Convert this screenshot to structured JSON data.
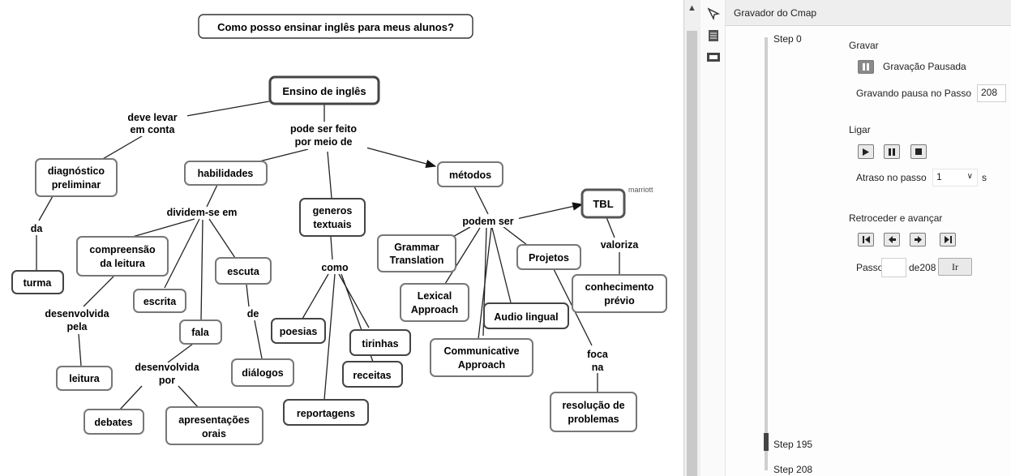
{
  "map": {
    "title": "Como posso ensinar inglês para meus alunos?",
    "annotation": "marriott",
    "concepts": {
      "ensino": "Ensino de inglês",
      "diagnostico": [
        "diagnóstico",
        "preliminar"
      ],
      "habilidades": "habilidades",
      "metodos": "métodos",
      "generos": [
        "generos",
        "textuais"
      ],
      "tbl": "TBL",
      "turma": "turma",
      "compreensao": [
        "compreensão",
        "da leitura"
      ],
      "escrita": "escrita",
      "escuta": "escuta",
      "fala": "fala",
      "leitura": "leitura",
      "debates": "debates",
      "apresentacoes": [
        "apresentações",
        "orais"
      ],
      "dialogos": "diálogos",
      "poesias": "poesias",
      "tirinhas": "tirinhas",
      "receitas": "receitas",
      "reportagens": "reportagens",
      "grammar": [
        "Grammar",
        "Translation"
      ],
      "lexical": [
        "Lexical",
        "Approach"
      ],
      "communicative": [
        "Communicative",
        "Approach"
      ],
      "audio": "Audio lingual",
      "projetos": "Projetos",
      "conhecimento": [
        "conhecimento",
        "prévio"
      ],
      "resolucao": [
        "resolução de",
        "problemas"
      ]
    },
    "links": {
      "deve": [
        "deve levar",
        "em conta"
      ],
      "pode": [
        "pode ser feito",
        "por meio de"
      ],
      "da": "da",
      "dividem": "dividem-se em",
      "desenvolvida_pela": [
        "desenvolvida",
        "pela"
      ],
      "de": "de",
      "desenvolvida_por": [
        "desenvolvida",
        "por"
      ],
      "como": "como",
      "podem": "podem ser",
      "valoriza": "valoriza",
      "foca": [
        "foca",
        "na"
      ]
    }
  },
  "panel": {
    "title": "Gravador do Cmap",
    "steps": {
      "start": "Step 0",
      "current": "Step 195",
      "end": "Step 208"
    },
    "record": {
      "heading": "Gravar",
      "status": "Gravação Pausada",
      "pause_label": "Gravando pausa no Passo",
      "pause_value": "208"
    },
    "play": {
      "heading": "Ligar",
      "delay_label": "Atraso no passo",
      "delay_value": "1",
      "delay_unit": "s"
    },
    "nav": {
      "heading": "Retroceder e avançar",
      "step_label": "Passo",
      "step_value": "",
      "of_label": "de208",
      "go_label": "Ir"
    }
  }
}
